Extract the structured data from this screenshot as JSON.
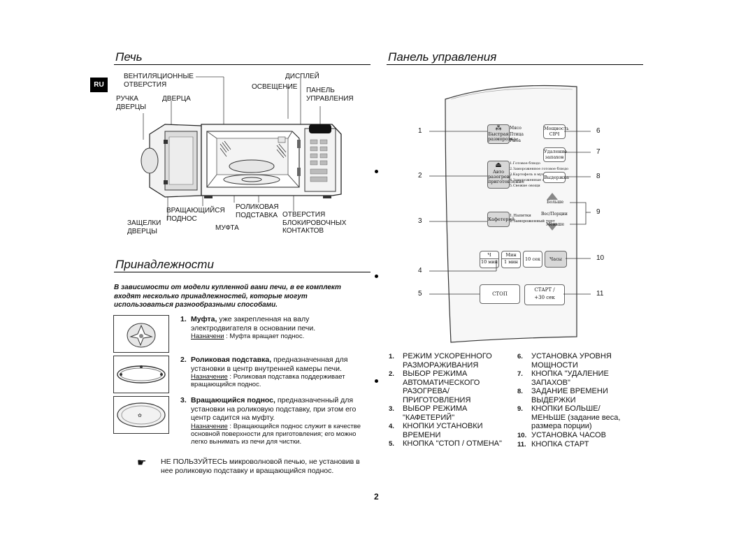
{
  "page_number": "2",
  "language_badge": "RU",
  "oven": {
    "title": "Печь",
    "labels": {
      "vents": "ВЕНТИЛЯЦИОННЫЕ\nОТВЕРСТИЯ",
      "display": "ДИСПЛЕЙ",
      "light": "ОСВЕЩЕНИЕ",
      "panel": "ПАНЕЛЬ\nУПРАВЛЕНИЯ",
      "handle": "РУЧКА\nДВЕРЦЫ",
      "door": "ДВЕРЦА",
      "latches": "ЗАЩЕЛКИ\nДВЕРЦЫ",
      "turntable": "ВРАЩАЮЩИЙСЯ\nПОДНОС",
      "roller_ring": "РОЛИКОВАЯ\nПОДСТАВКА",
      "coupler": "МУФТА",
      "interlock": "ОТВЕРСТИЯ\nБЛОКИРОВОЧНЫХ\nКОНТАКТОВ"
    }
  },
  "accessories": {
    "title": "Принадлежности",
    "intro": "В зависимости от модели купленной вами печи, в ее комплект входят несколько принадлежностей, которые могут использоваться разнообразными способами.",
    "items": [
      {
        "num": "1.",
        "name": "Муфта,",
        "desc": " уже закрепленная на валу электродвигателя в основании печи.",
        "purpose_label": "Назначени",
        "purpose": " : Муфта вращает поднос."
      },
      {
        "num": "2.",
        "name": "Роликовая подставка,",
        "desc": " предназначенная для установки в центр внутренней камеры печи.",
        "purpose_label": "Назначение",
        "purpose": " : Роликовая подставка поддерживает вращающийся поднос."
      },
      {
        "num": "3.",
        "name": "Вращающийся поднос,",
        "desc": " предназначенный для установки на роликовую подставку, при этом его центр садится на муфту.",
        "purpose_label": "Назначение",
        "purpose": " : Вращающийся поднос служит в качестве основной поверхности для приготовления; его можно легко вынимать из печи для чистки."
      }
    ],
    "warning": "НЕ ПОЛЬЗУЙТЕСЬ микроволновой печью, не установив в нее роликовую подставку и вращающийся поднос."
  },
  "control_panel": {
    "title": "Панель управления",
    "left_numbers": [
      "1",
      "2",
      "3",
      "4",
      "5"
    ],
    "right_numbers": [
      "6",
      "7",
      "8",
      "9",
      "10",
      "11"
    ],
    "buttons": {
      "defrost": "Быстрая разморозка",
      "defrost_opts": [
        "Мясо",
        "Птица",
        "Рыба"
      ],
      "power": "Мощность СВЧ",
      "deodor": "Удаление запахов",
      "autoreheat": "Авто разогрев/ приготовление",
      "autoreheat_opts": [
        "1.Готовое блюдо",
        "2.Замороженное готовое блюдо",
        "3.Картофель в мундире",
        "4.Замороженные овощи",
        "5.Свежие овощи"
      ],
      "holdtime": "Выдержка",
      "more": "Больше",
      "weight": "Вес/Порции",
      "less": "Меньше",
      "cafe": "Кафетерий",
      "cafe_opts": [
        "1.Напитки",
        "2.Замороженный торт"
      ],
      "hour": "Ч",
      "hour_sub": "10 мин",
      "min": "Мин",
      "min_sub": "1 мин",
      "sec": "10 сек",
      "clock": "Часы",
      "stop": "СТОП",
      "start": "СТАРТ /",
      "start_sub": "+30 сек"
    },
    "legend_left": [
      {
        "n": "1.",
        "t": "РЕЖИМ УСКОРЕННОГО РАЗМОРАЖИВАНИЯ"
      },
      {
        "n": "2.",
        "t": "ВЫБОР РЕЖИМА АВТОМАТИЧЕСКОГО РАЗОГРЕВА/ ПРИГОТОВЛЕНИЯ"
      },
      {
        "n": "3.",
        "t": "ВЫБОР РЕЖИМА \"КАФЕТЕРИЙ\""
      },
      {
        "n": "4.",
        "t": "КНОПКИ УСТАНОВКИ ВРЕМЕНИ"
      },
      {
        "n": "5.",
        "t": "КНОПКА \"СТОП / ОТМЕНА\""
      }
    ],
    "legend_right": [
      {
        "n": "6.",
        "t": "УСТАНОВКА УРОВНЯ МОЩНОСТИ"
      },
      {
        "n": "7.",
        "t": "КНОПКА \"УДАЛЕНИЕ ЗАПАХОВ\""
      },
      {
        "n": "8.",
        "t": "ЗАДАНИЕ ВРЕМЕНИ ВЫДЕРЖКИ"
      },
      {
        "n": "9.",
        "t": "КНОПКИ БОЛЬШЕ/ МЕНЬШЕ (задание веса, размера порции)"
      },
      {
        "n": "10.",
        "t": "УСТАНОВКА ЧАСОВ"
      },
      {
        "n": "11.",
        "t": "КНОПКА СТАРТ"
      }
    ]
  }
}
